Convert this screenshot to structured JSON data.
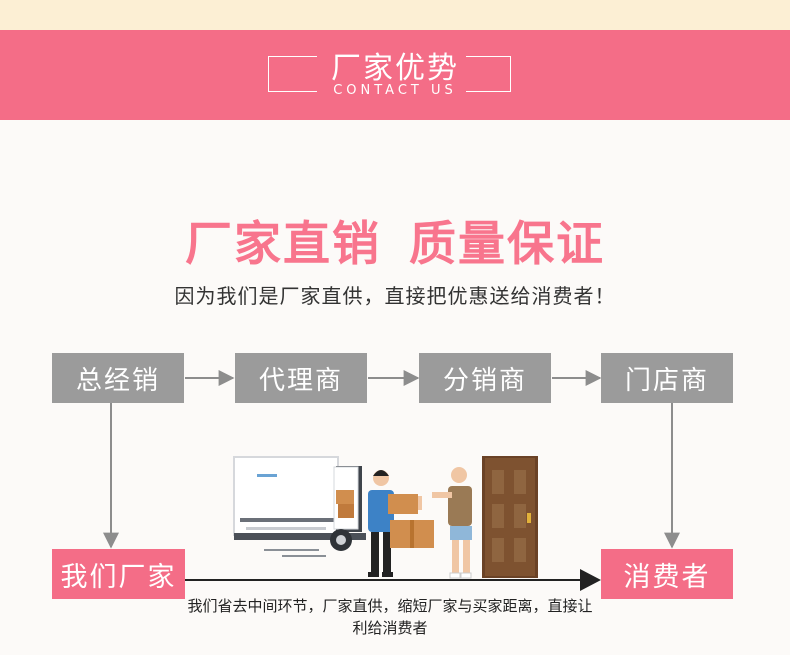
{
  "header": {
    "title": "厂家优势",
    "subtitle": "CONTACT US"
  },
  "hero": {
    "title_left": "厂家直销",
    "title_right": "质量保证",
    "subline": "因为我们是厂家直供，直接把优惠送给消费者！"
  },
  "flow": {
    "top_chain": [
      "总经销",
      "代理商",
      "分销商",
      "门店商"
    ],
    "source": "我们厂家",
    "target": "消费者",
    "note": "我们省去中间环节，厂家直供，缩短厂家与买家距离，直接让利给消费者"
  },
  "colors": {
    "accent_pink": "#f46d87",
    "title_pink": "#f8758d",
    "gray_box": "#9b9b9b",
    "cream": "#fcefd4"
  }
}
